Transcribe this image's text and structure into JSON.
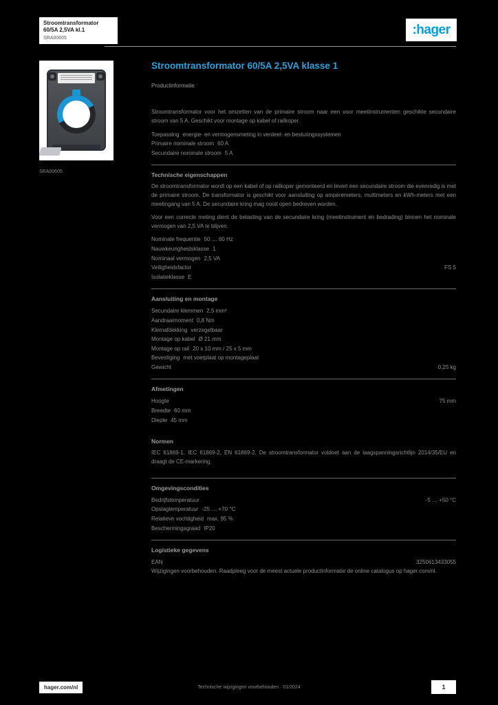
{
  "brand": {
    "logo_text": ":hager",
    "blue": "#009fe3"
  },
  "header": {
    "line1": "Stroomtransformator",
    "line2": "60/5A 2,5VA kl.1",
    "line3": "SRA00605"
  },
  "photo": {
    "caption": "SRA00605"
  },
  "main": {
    "title": "Stroomtransformator 60/5A 2,5VA klasse 1",
    "subtitle": "Productinformatie",
    "sections": [
      {
        "rows": [
          {
            "text": "Stroomtransformator voor het omzetten van de primaire stroom naar een voor meetinstrumenten geschikte secundaire stroom van 5 A. Geschikt voor montage op kabel of railkoper."
          },
          {
            "label": "Toepassing",
            "value": "energie- en vermogensmeting in verdeel- en besturingssystemen"
          },
          {
            "label": "Primaire nominale stroom",
            "value": "60 A"
          },
          {
            "label": "Secundaire nominale stroom",
            "value": "5 A"
          }
        ]
      },
      {
        "heading": "Technische eigenschappen",
        "rows": [
          {
            "text": "De stroomtransformator wordt op een kabel of op railkoper gemonteerd en levert een secundaire stroom die evenredig is met de primaire stroom. De transformator is geschikt voor aansluiting op ampèremeters, multimeters en kWh-meters met een meetingang van 5 A. De secundaire kring mag nooit open bedreven worden."
          },
          {
            "text": "Voor een correcte meting dient de belasting van de secundaire kring (meetinstrument en bedrading) binnen het nominale vermogen van 2,5 VA te blijven."
          },
          {
            "label": "Nominale frequentie",
            "value": "50 … 60 Hz"
          },
          {
            "label": "Nauwkeurigheidsklasse",
            "value": "1"
          },
          {
            "label": "Nominaal vermogen",
            "value": "2,5 VA"
          },
          {
            "label": "Veiligheidsfactor",
            "value": "FS 5"
          },
          {
            "label": "Isolatieklasse",
            "value": "E"
          }
        ]
      },
      {
        "heading": "Aansluiting en montage",
        "rows": [
          {
            "label": "Secundaire klemmen",
            "value": "2,5 mm²"
          },
          {
            "label": "Aandraaimoment",
            "value": "0,8 Nm"
          },
          {
            "label": "Klemafdekking",
            "value": "verzegelbaar"
          },
          {
            "label": "Montage op kabel",
            "value": "Ø 21 mm"
          },
          {
            "label": "Montage op rail",
            "value": "20 x 10 mm / 25 x 5 mm"
          },
          {
            "label": "Bevestiging",
            "value": "met voetplaat op montageplaat"
          },
          {
            "label": "Gewicht",
            "value": "0,25 kg"
          }
        ]
      },
      {
        "heading": "Afmetingen",
        "rows": [
          {
            "label": "Hoogte",
            "value": "75 mm"
          },
          {
            "label": "Breedte",
            "value": "60 mm"
          },
          {
            "label": "Diepte",
            "value": "45 mm"
          }
        ]
      },
      {
        "heading": "Normen",
        "rows": [
          {
            "text": "IEC 61869-1, IEC 61869-2, EN 61869-2. De stroomtransformator voldoet aan de laagspanningsrichtlijn 2014/35/EU en draagt de CE-markering."
          }
        ]
      },
      {
        "heading": "Omgevingscondities",
        "rows": [
          {
            "label": "Bedrijfstemperatuur",
            "value": "-5 … +50 °C"
          },
          {
            "label": "Opslagtemperatuur",
            "value": "-25 … +70 °C"
          },
          {
            "label": "Relatieve vochtigheid",
            "value": "max. 95 %"
          },
          {
            "label": "Beschermingsgraad",
            "value": "IP20"
          }
        ]
      },
      {
        "heading": "Logistieke gegevens",
        "rows": [
          {
            "label": "EAN",
            "value": "3250613433055"
          },
          {
            "text": "Wijzigingen voorbehouden. Raadpleeg voor de meest actuele productinformatie de online catalogus op hager.com/nl."
          }
        ]
      }
    ]
  },
  "footer": {
    "site": "hager.com/nl",
    "note": "Technische wijzigingen voorbehouden · 01/2024",
    "page": "1"
  }
}
